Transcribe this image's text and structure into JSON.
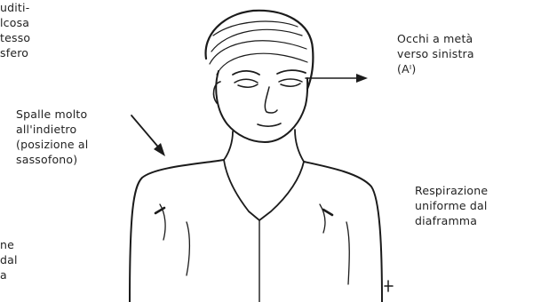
{
  "labels": {
    "left_top": [
      "uditi-",
      "lcosa",
      "tesso",
      "sfero"
    ],
    "left_mid": [
      "Spalle molto",
      "all'indietro",
      "(posizione al",
      "sassofono)"
    ],
    "left_bottom": [
      "ne",
      "dal",
      "a"
    ],
    "right_top": [
      "Occhi a metà",
      "verso sinistra",
      "(Aᴵ)"
    ],
    "right_bottom": [
      "Respirazione",
      "uniforme dal",
      "diaframma"
    ]
  }
}
